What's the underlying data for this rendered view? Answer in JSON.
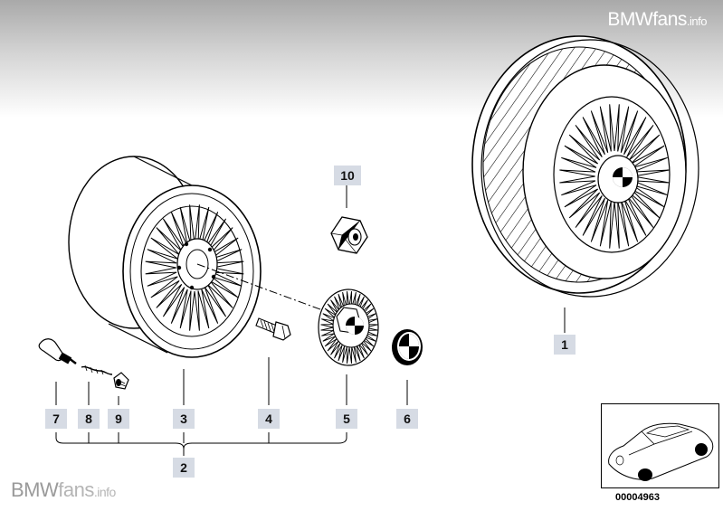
{
  "watermark": {
    "top_brand": "BMWfans",
    "top_suffix": ".info",
    "bottom_brand_prefix": "BMW",
    "bottom_brand_fans": "fans",
    "bottom_suffix": ".info"
  },
  "callouts": {
    "c1": "1",
    "c2": "2",
    "c3": "3",
    "c4": "4",
    "c5": "5",
    "c6": "6",
    "c7": "7",
    "c8": "8",
    "c9": "9",
    "c10": "10"
  },
  "thumbnail": {
    "doc_number": "00004963"
  },
  "colors": {
    "callout_bg": "#d6dbe4",
    "line": "#000000",
    "header_gradient_top": "#a9a9a9"
  }
}
